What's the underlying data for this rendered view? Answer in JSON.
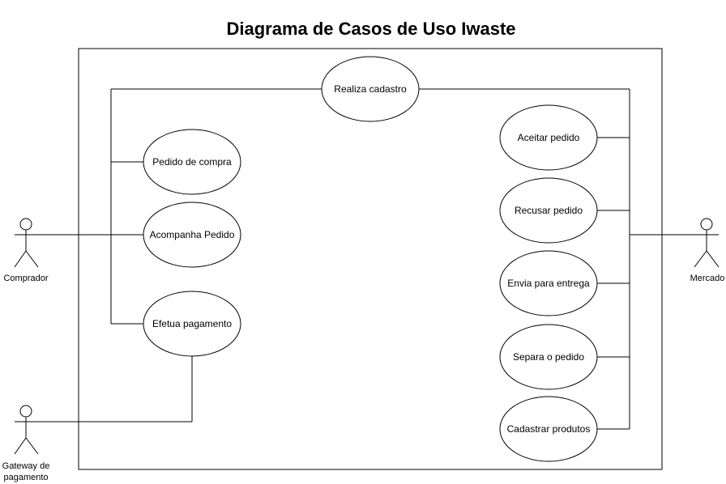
{
  "title": "Diagrama de Casos de Uso Iwaste",
  "colors": {
    "stroke": "#000000",
    "fill": "#ffffff",
    "text": "#000000",
    "background": "#ffffff"
  },
  "actors": {
    "comprador": {
      "label": "Comprador"
    },
    "gateway": {
      "line1": "Gateway de",
      "line2": "pagamento"
    },
    "mercado": {
      "label": "Mercado"
    }
  },
  "use_cases": {
    "realiza_cadastro": "Realiza cadastro",
    "pedido_de_compra": "Pedido de compra",
    "acompanha_pedido": "Acompanha Pedido",
    "efetua_pagamento": "Efetua pagamento",
    "aceitar_pedido": "Aceitar pedido",
    "recusar_pedido": "Recusar pedido",
    "envia_para_entrega": "Envia para entrega",
    "separa_o_pedido": "Separa o pedido",
    "cadastrar_produtos": "Cadastrar produtos"
  }
}
